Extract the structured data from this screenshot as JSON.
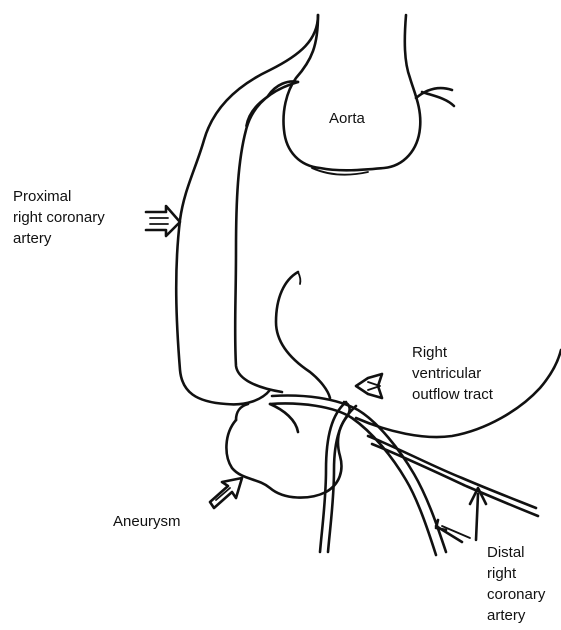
{
  "labels": {
    "aorta": "Aorta",
    "proximal_rca": [
      "Proximal",
      "right coronary",
      "artery"
    ],
    "rvot": [
      "Right",
      "ventricular",
      "outflow tract"
    ],
    "aneurysm": "Aneurysm",
    "distal_rca": [
      "Distal",
      "right",
      "coronary",
      "artery"
    ]
  },
  "style": {
    "ink": "#111111",
    "background": "#ffffff"
  }
}
